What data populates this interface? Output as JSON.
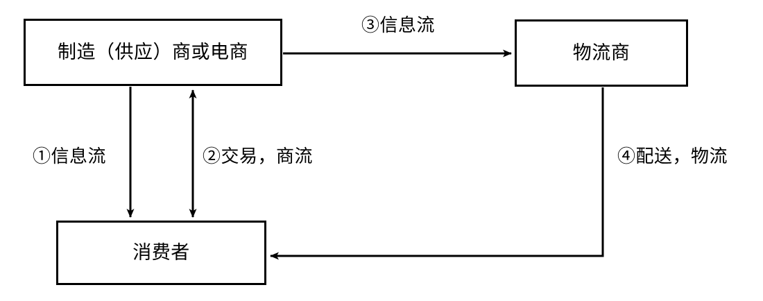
{
  "diagram": {
    "type": "flow-diagram",
    "title": "",
    "nodes": [
      {
        "id": "supplier",
        "label": "制造（供应）商或电商"
      },
      {
        "id": "logistics",
        "label": "物流商"
      },
      {
        "id": "consumer",
        "label": "消费者"
      }
    ],
    "edges": [
      {
        "id": "flow-1",
        "label": "①信息流",
        "number": "①",
        "text": "信息流",
        "from": "supplier",
        "to": "consumer",
        "direction": "one-way"
      },
      {
        "id": "flow-2",
        "label": "②交易，商流",
        "number": "②",
        "text": "交易，商流",
        "from": "consumer",
        "to": "supplier",
        "direction": "two-way"
      },
      {
        "id": "flow-3",
        "label": "③信息流",
        "number": "③",
        "text": "信息流",
        "from": "supplier",
        "to": "logistics",
        "direction": "one-way"
      },
      {
        "id": "flow-4",
        "label": "④配送，物流",
        "number": "④",
        "text": "配送，物流",
        "from": "logistics",
        "to": "consumer",
        "direction": "one-way"
      }
    ],
    "colors": {
      "stroke": "#000000",
      "background": "#ffffff",
      "text": "#000000"
    }
  }
}
